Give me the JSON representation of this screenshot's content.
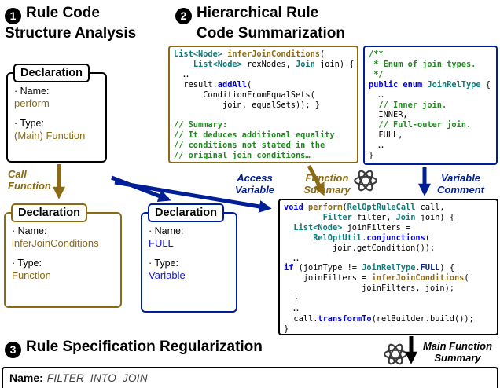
{
  "headers": {
    "s1": {
      "num": "1",
      "line1": "Rule Code",
      "line2": "Structure Analysis"
    },
    "s2": {
      "num": "2",
      "line1": "Hierarchical Rule",
      "line2": "Code Summarization"
    },
    "s3": {
      "num": "3",
      "title": "Rule Specification Regularization"
    }
  },
  "declarations": [
    {
      "header": "Declaration",
      "name_label": "· Name:",
      "name": "perform",
      "type_label": "· Type:",
      "type": "(Main) Function"
    },
    {
      "header": "Declaration",
      "name_label": "· Name:",
      "name": "inferJoinConditions",
      "type_label": "· Type:",
      "type": "Function"
    },
    {
      "header": "Declaration",
      "name_label": "· Name:",
      "name": "FULL",
      "type_label": "· Type:",
      "type": "Variable"
    }
  ],
  "edge_labels": {
    "call_function": "Call Function",
    "access_variable": "Access Variable",
    "function_summary": "Function Summary",
    "variable_comment": "Variable Comment",
    "main_function_summary": "Main Function Summary"
  },
  "icons": {
    "llm_1": "openai-llm-icon",
    "llm_2": "openai-llm-icon"
  },
  "colors": {
    "brown_accent": "#8a6a15",
    "navy_accent": "#001e96",
    "type_teal": "#0e7b7b",
    "comment_green": "#1f8a1f",
    "keyword_blue": "#0000ee",
    "call_blue": "#0000e0"
  },
  "code": {
    "infer_fn": {
      "lines": [
        [
          [
            "type",
            "List<Node>"
          ],
          [
            "p",
            " "
          ],
          [
            "fn",
            "inferJoinConditions"
          ],
          [
            "p",
            "("
          ]
        ],
        [
          [
            "p",
            "    "
          ],
          [
            "type",
            "List<Node>"
          ],
          [
            "p",
            " rexNodes, "
          ],
          [
            "type",
            "Join"
          ],
          [
            "p",
            " join) {"
          ]
        ],
        [
          [
            "p",
            "  …"
          ]
        ],
        [
          [
            "p",
            "  result."
          ],
          [
            "call",
            "addAll"
          ],
          [
            "p",
            "("
          ]
        ],
        [
          [
            "p",
            "      ConditionFromEqualSets("
          ]
        ],
        [
          [
            "p",
            "          join, equalSets)); }"
          ]
        ],
        [],
        [
          [
            "cmt",
            "// Summary:"
          ]
        ],
        [
          [
            "cmt",
            "// It deduces additional equality"
          ]
        ],
        [
          [
            "cmt",
            "// conditions not stated in the"
          ]
        ],
        [
          [
            "cmt",
            "// original join conditions…"
          ]
        ]
      ]
    },
    "enum_box": {
      "lines": [
        [
          [
            "cmt",
            "/**"
          ]
        ],
        [
          [
            "cmt",
            " * Enum of join types."
          ]
        ],
        [
          [
            "cmt",
            " */"
          ]
        ],
        [
          [
            "kw",
            "public enum"
          ],
          [
            "p",
            " "
          ],
          [
            "type",
            "JoinRelType"
          ],
          [
            "p",
            " {"
          ]
        ],
        [
          [
            "p",
            "  …"
          ]
        ],
        [
          [
            "cmt",
            "  // Inner join."
          ]
        ],
        [
          [
            "p",
            "  INNER,"
          ]
        ],
        [
          [
            "cmt",
            "  // Full-outer join."
          ]
        ],
        [
          [
            "p",
            "  FULL,"
          ]
        ],
        [
          [
            "p",
            "  …"
          ]
        ],
        [
          [
            "p",
            "}"
          ]
        ]
      ]
    },
    "perform_fn": {
      "lines": [
        [
          [
            "kw",
            "void"
          ],
          [
            "p",
            " "
          ],
          [
            "fn",
            "perform"
          ],
          [
            "p",
            "("
          ],
          [
            "type",
            "RelOptRuleCall"
          ],
          [
            "p",
            " call,"
          ]
        ],
        [
          [
            "p",
            "        "
          ],
          [
            "type",
            "Filter"
          ],
          [
            "p",
            " filter, "
          ],
          [
            "type",
            "Join"
          ],
          [
            "p",
            " join) {"
          ]
        ],
        [
          [
            "p",
            "  "
          ],
          [
            "type",
            "List<Node>"
          ],
          [
            "p",
            " joinFilters ="
          ]
        ],
        [
          [
            "p",
            "      "
          ],
          [
            "type",
            "RelOptUtil"
          ],
          [
            "p",
            "."
          ],
          [
            "call",
            "conjunctions"
          ],
          [
            "p",
            "("
          ]
        ],
        [
          [
            "p",
            "          join.getCondition());"
          ]
        ],
        [
          [
            "p",
            "  …"
          ]
        ],
        [
          [
            "kw",
            "if"
          ],
          [
            "p",
            " (joinType != "
          ],
          [
            "type",
            "JoinRelType"
          ],
          [
            "p",
            "."
          ],
          [
            "const",
            "FULL"
          ],
          [
            "p",
            ") {"
          ]
        ],
        [
          [
            "p",
            "    joinFilters = "
          ],
          [
            "fn",
            "inferJoinConditions"
          ],
          [
            "p",
            "("
          ]
        ],
        [
          [
            "p",
            "                joinFilters, join);"
          ]
        ],
        [
          [
            "p",
            "  }"
          ]
        ],
        [
          [
            "p",
            "  …"
          ]
        ],
        [
          [
            "p",
            "  call."
          ],
          [
            "call",
            "transformTo"
          ],
          [
            "p",
            "(relBuilder.build());"
          ]
        ],
        [
          [
            "p",
            "}"
          ]
        ]
      ]
    }
  },
  "bottom": {
    "name_label": "Name:",
    "name_value": "FILTER_INTO_JOIN"
  }
}
